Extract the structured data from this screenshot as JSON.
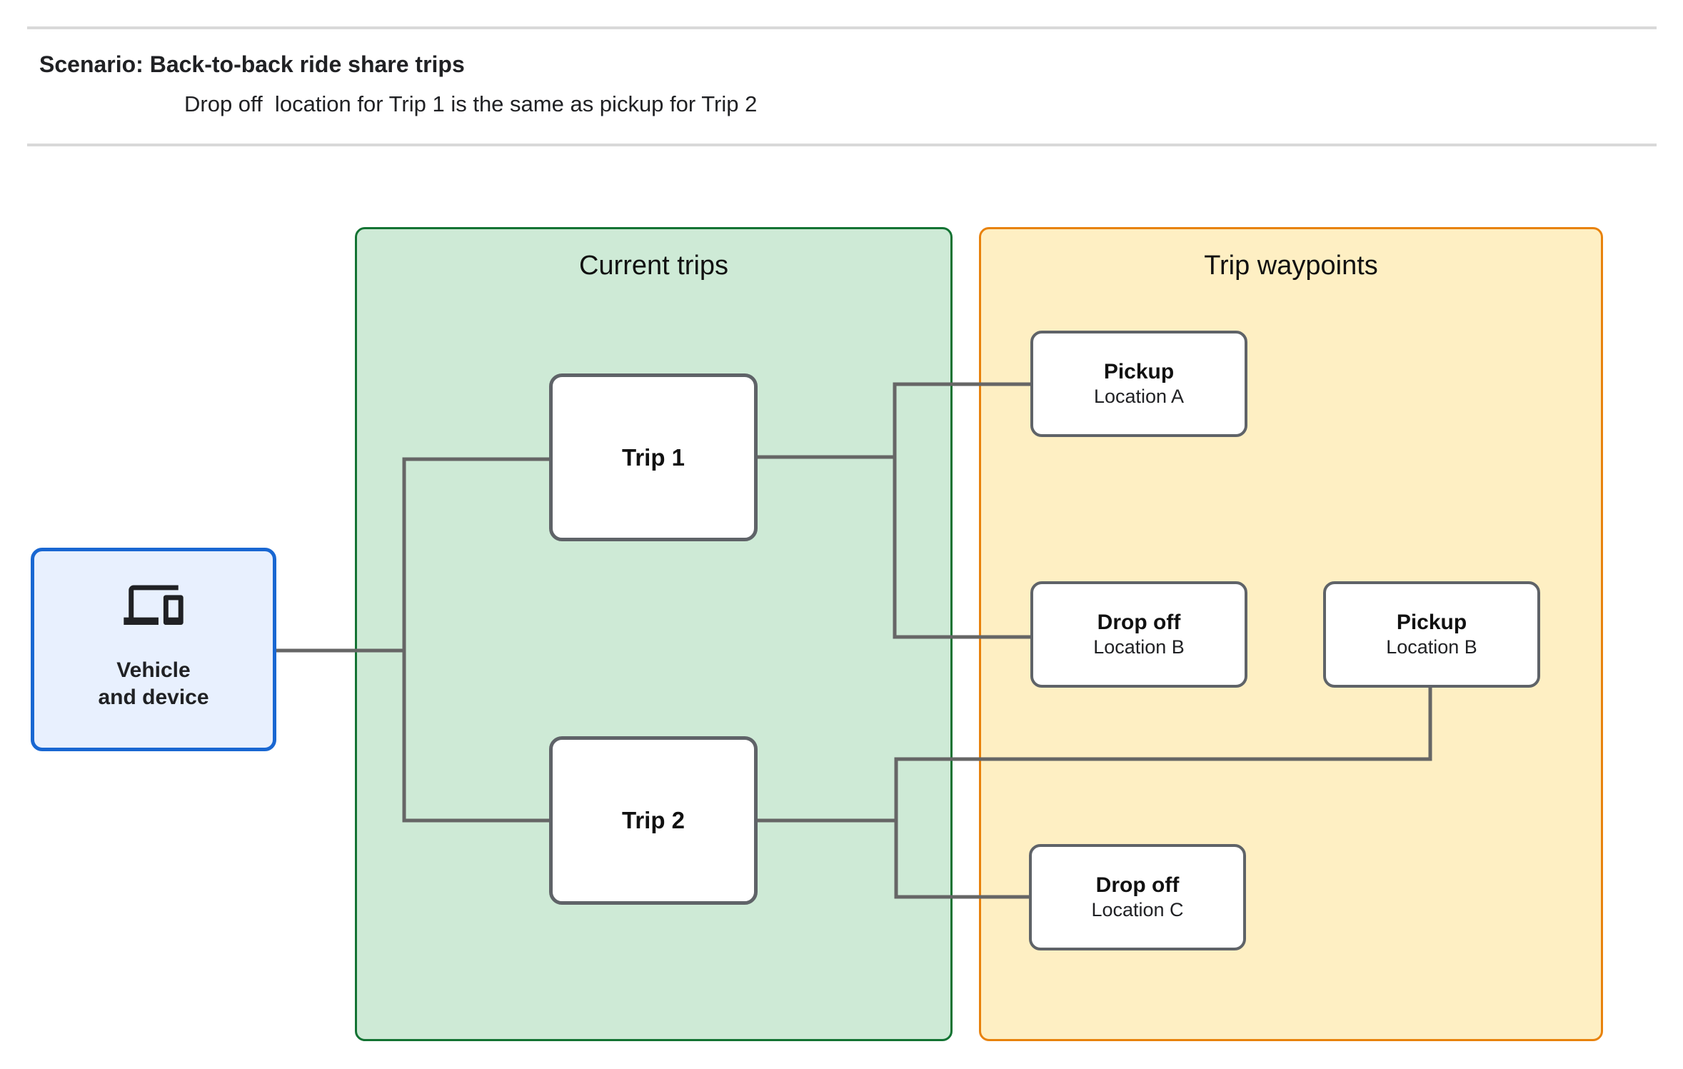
{
  "header": {
    "title": "Scenario: Back-to-back ride share trips",
    "subtitle": "Drop off  location for Trip 1 is the same as pickup for Trip 2"
  },
  "diagram": {
    "vehicle": {
      "icon": "devices-icon",
      "line1": "Vehicle",
      "line2": "and device"
    },
    "groups": {
      "current_trips": {
        "title": "Current trips"
      },
      "trip_waypoints": {
        "title": "Trip waypoints"
      }
    },
    "trips": {
      "trip1": {
        "label": "Trip 1"
      },
      "trip2": {
        "label": "Trip 2"
      }
    },
    "waypoints": {
      "pickup_a": {
        "type": "Pickup",
        "location": "Location A"
      },
      "dropoff_b": {
        "type": "Drop off",
        "location": "Location B"
      },
      "pickup_b": {
        "type": "Pickup",
        "location": "Location B"
      },
      "dropoff_c": {
        "type": "Drop off",
        "location": "Location C"
      }
    },
    "connections": [
      "vehicle -> trip1",
      "vehicle -> trip2",
      "trip1 -> pickup_a",
      "trip1 -> dropoff_b",
      "trip2 -> pickup_b",
      "trip2 -> dropoff_c"
    ],
    "colors": {
      "vehicle_fill": "#e8f0fe",
      "vehicle_border": "#1967d2",
      "current_trips_fill": "#ceead6",
      "current_trips_border": "#137333",
      "trip_waypoints_fill": "#feefc3",
      "trip_waypoints_border": "#e8820c",
      "node_border": "#5f6368",
      "connector": "#666666",
      "divider": "#d9d9d9"
    }
  }
}
